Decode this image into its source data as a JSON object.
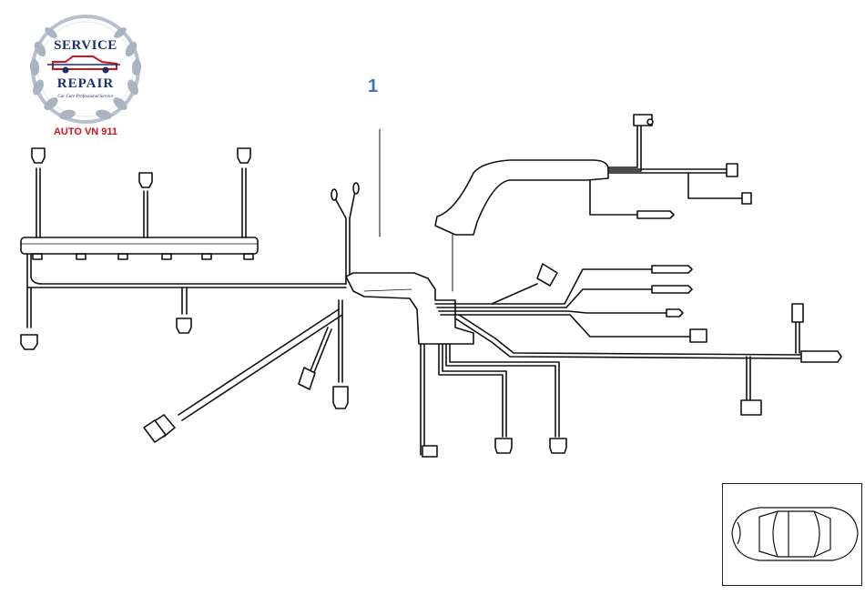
{
  "logo": {
    "line1": "SERVICE",
    "line2": "REPAIR",
    "tagline": "Car Care Professional Service",
    "brand": "AUTO VN 911",
    "colors": {
      "navy": "#1d2f6b",
      "red": "#d0141b",
      "silver": "#9aa4b4"
    }
  },
  "diagram": {
    "part_number": "1",
    "accent_color": "#3a73b8",
    "line_color": "#111111"
  },
  "thumbnail": {
    "icon": "car-top-view-icon"
  }
}
